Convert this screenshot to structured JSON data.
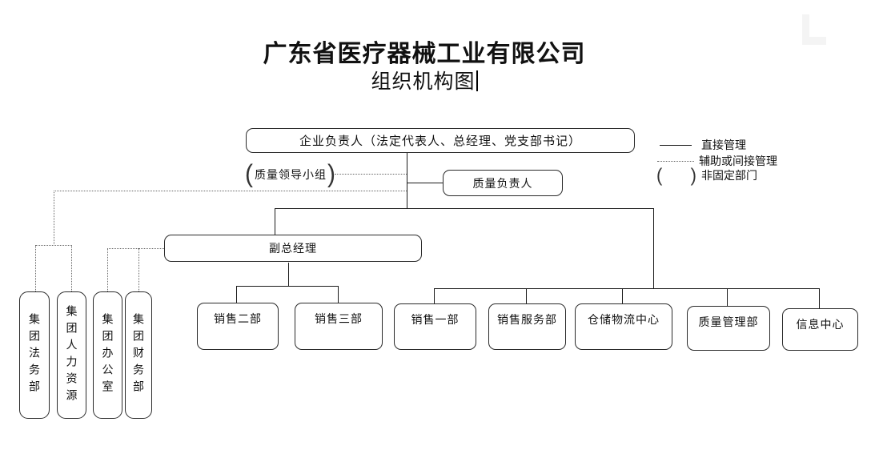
{
  "title": {
    "line1": "广东省医疗器械工业有限公司",
    "line2": "组织机构图"
  },
  "org": {
    "root": "企业负责人（法定代表人、总经理、党支部书记）",
    "quality_leader_group": "质量领导小组",
    "quality_principal": "质量负责人",
    "deputy_general_manager": "副总经理",
    "deputy_departments": [
      "销售二部",
      "销售三部"
    ],
    "direct_departments": [
      "销售一部",
      "销售服务部",
      "仓储物流中心",
      "质量管理部",
      "信息中心"
    ],
    "group_departments": [
      "集团法务部",
      "集团人力资源",
      "集团办公室",
      "集团财务部"
    ]
  },
  "legend": {
    "direct": "直接管理",
    "indirect": "辅助或间接管理",
    "non_fixed": "非固定部门"
  },
  "colors": {
    "solid_line": "#1a1a1a",
    "dotted_line": "#666666",
    "box_border": "#2a2a2a",
    "text": "#111111",
    "background": "#ffffff"
  }
}
